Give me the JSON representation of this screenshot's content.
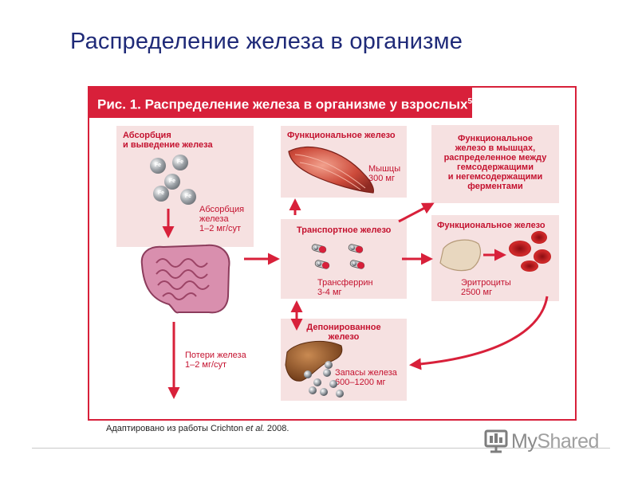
{
  "slide": {
    "title": "Распределение железа в организме"
  },
  "figure": {
    "header": "Рис. 1. Распределение железа в организме у взрослых",
    "header_sup": "5",
    "absorption": {
      "title_line1": "Абсорбция",
      "title_line2": "и выведение железа",
      "fe_label": "Fe",
      "absorption_note_line1": "Абсорбция",
      "absorption_note_line2": "железа",
      "absorption_note_line3": "1–2 мг/сут",
      "loss_note_line1": "Потери железа",
      "loss_note_line2": "1–2 мг/сут"
    },
    "muscle": {
      "title": "Функциональное железо",
      "label_line1": "Мышцы",
      "label_line2": "300 мг"
    },
    "enzymes": {
      "line1": "Функциональное",
      "line2": "железо в мышцах,",
      "line3": "распределенное между",
      "line4": "гемсодержащими",
      "line5": "и негемсодержащими",
      "line6": "ферментами"
    },
    "transport": {
      "title": "Транспортное железо",
      "label_line1": "Трансферрин",
      "label_line2": "3-4 мг"
    },
    "erythro": {
      "title": "Функциональное железо",
      "label_line1": "Эритроциты",
      "label_line2": "2500 мг"
    },
    "depot": {
      "title_line1": "Депонированное",
      "title_line2": "железо",
      "label_line1": "Запасы железа",
      "label_line2": "600–1200 мг"
    },
    "caption_before": "Адаптировано из работы Crichton ",
    "caption_italic": "et al.",
    "caption_after": " 2008."
  },
  "logo": {
    "text_a": "My",
    "text_b": "Shared"
  },
  "colors": {
    "accent_red": "#d8203a",
    "panel_pink": "#f6e1e1",
    "title_blue": "#1f2a78"
  }
}
